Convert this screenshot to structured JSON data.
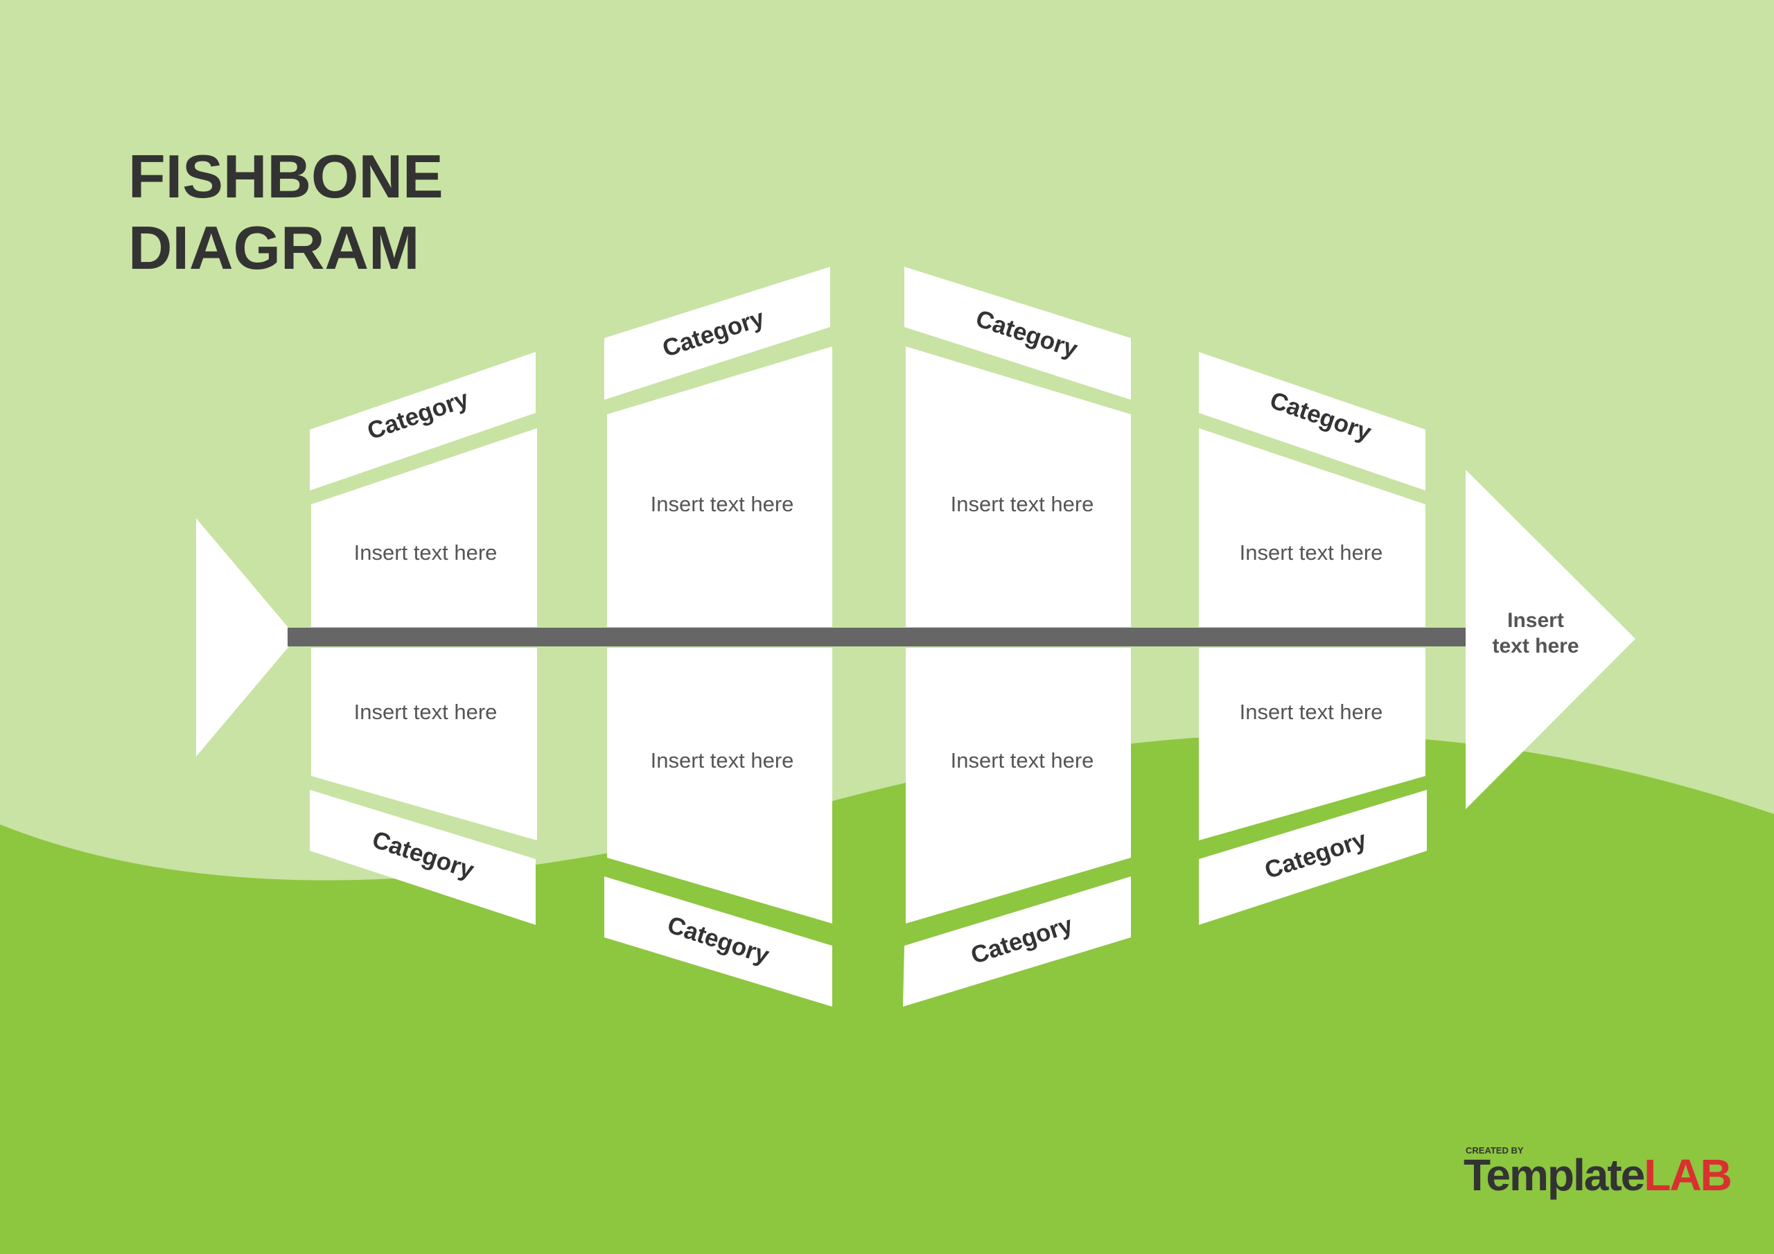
{
  "title": {
    "line1": "FISHBONE",
    "line2": "DIAGRAM"
  },
  "colors": {
    "background_light": "#c8e3a3",
    "background_dark": "#8dc63f",
    "shape_fill": "#ffffff",
    "spine": "#666666",
    "text_dark": "#333333",
    "text_gray": "#555555",
    "logo_accent": "#d93030"
  },
  "categories": {
    "top": [
      "Category",
      "Category",
      "Category",
      "Category"
    ],
    "bottom": [
      "Category",
      "Category",
      "Category",
      "Category"
    ]
  },
  "boxes": {
    "top": [
      "Insert text here",
      "Insert text here",
      "Insert text here",
      "Insert text here"
    ],
    "bottom": [
      "Insert text here",
      "Insert text here",
      "Insert text here",
      "Insert text here"
    ]
  },
  "head": {
    "line1": "Insert",
    "line2": "text here"
  },
  "logo": {
    "created_by": "CREATED BY",
    "brand_main": "Template",
    "brand_accent": "LAB"
  }
}
